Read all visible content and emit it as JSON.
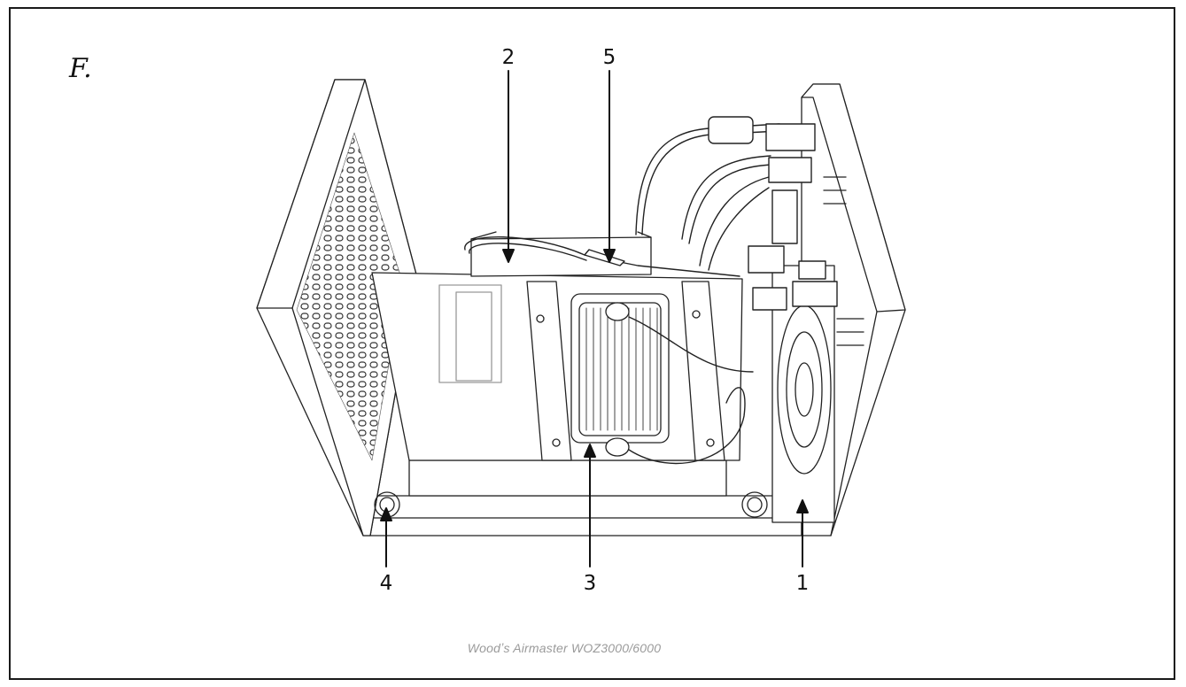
{
  "figure": {
    "letter": "F.",
    "caption": "Woodʼs Airmaster WOZ3000/6000"
  },
  "callouts": [
    {
      "id": "1",
      "label": "1"
    },
    {
      "id": "2",
      "label": "2"
    },
    {
      "id": "3",
      "label": "3"
    },
    {
      "id": "4",
      "label": "4"
    },
    {
      "id": "5",
      "label": "5"
    }
  ]
}
